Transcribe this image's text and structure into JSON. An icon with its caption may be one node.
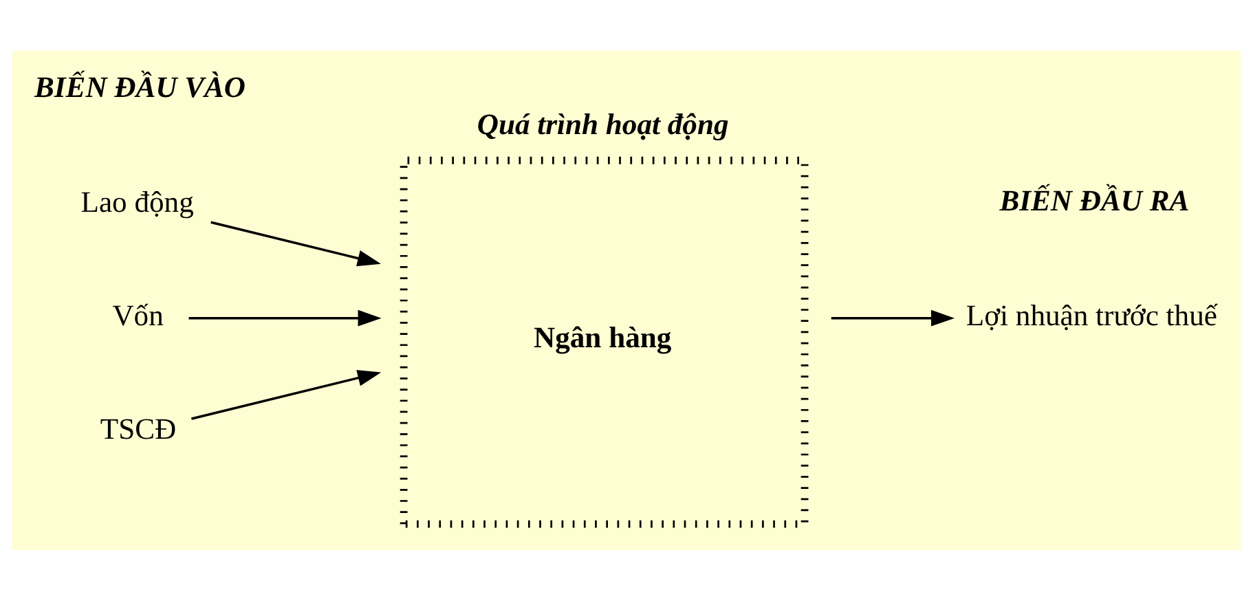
{
  "diagram": {
    "nodes": [
      {
        "text": [
          "Quá trình hoạt động",
          "Ngân hàng"
        ]
      },
      {
        "text": [
          "Lao động"
        ]
      },
      {
        "text": [
          "Vốn"
        ]
      },
      {
        "text": [
          "TSCĐ"
        ]
      },
      {
        "text": [
          "Lợi nhuận trước thuế"
        ]
      }
    ],
    "edges": [
      {
        "from": 1,
        "to": 0,
        "arrow": "to"
      },
      {
        "from": 2,
        "to": 0,
        "arrow": "to"
      },
      {
        "from": 3,
        "to": 0,
        "arrow": "to"
      },
      {
        "from": 0,
        "to": 4,
        "arrow": "to"
      }
    ],
    "labels": [
      "BIẾN ĐẦU VÀO",
      "BIẾN ĐẦU RA"
    ]
  }
}
